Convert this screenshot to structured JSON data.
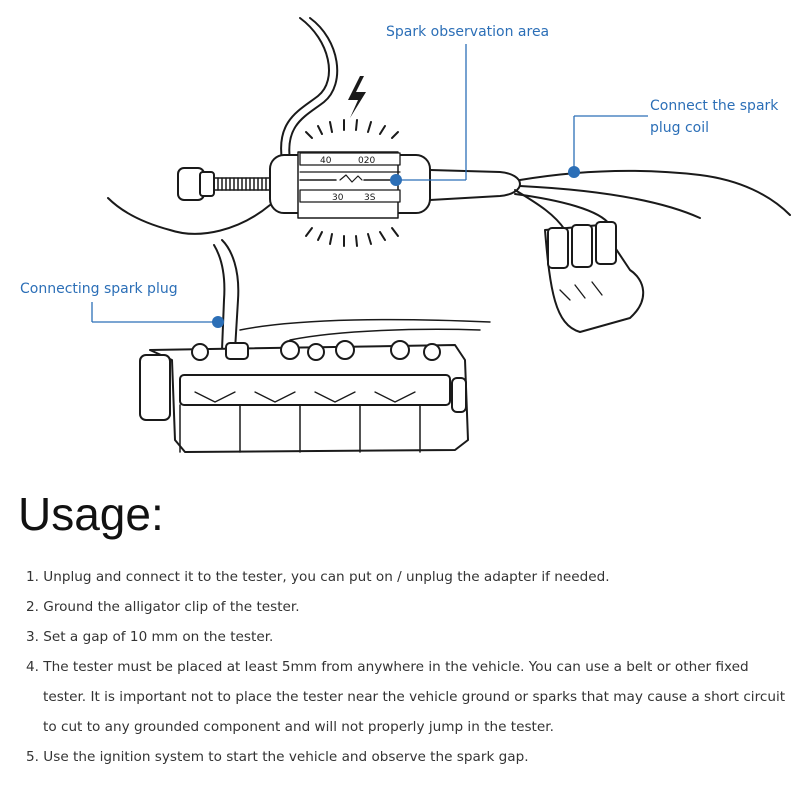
{
  "diagram": {
    "callouts": {
      "spark_area": "Spark observation area",
      "coil": "Connect the spark plug coil",
      "coil_line1": "Connect the spark",
      "coil_line2": "plug coil",
      "plug": "Connecting spark plug"
    },
    "scale_marks": [
      "0",
      "4",
      "0",
      "2",
      "0",
      "3",
      "0",
      "3",
      "S"
    ],
    "scale_top": [
      "40",
      "020"
    ],
    "scale_bottom": [
      "30",
      "3S"
    ],
    "accent_color": "#2c6fb7",
    "line_color": "#1a1a1a"
  },
  "usage": {
    "title": "Usage:",
    "steps": [
      "1. Unplug and connect it to the tester, you can put on / unplug the adapter if needed.",
      "2. Ground the alligator clip of the tester.",
      "3. Set a gap of 10 mm on the tester.",
      "4. The tester must be placed at least 5mm from anywhere in the vehicle. You can use a belt or other fixed tester. It is important not to place the tester near the vehicle ground or sparks that may cause a short circuit to cut to any grounded component and will not properly jump in the tester.",
      "5. Use the ignition system to start the vehicle and observe the spark gap."
    ]
  }
}
